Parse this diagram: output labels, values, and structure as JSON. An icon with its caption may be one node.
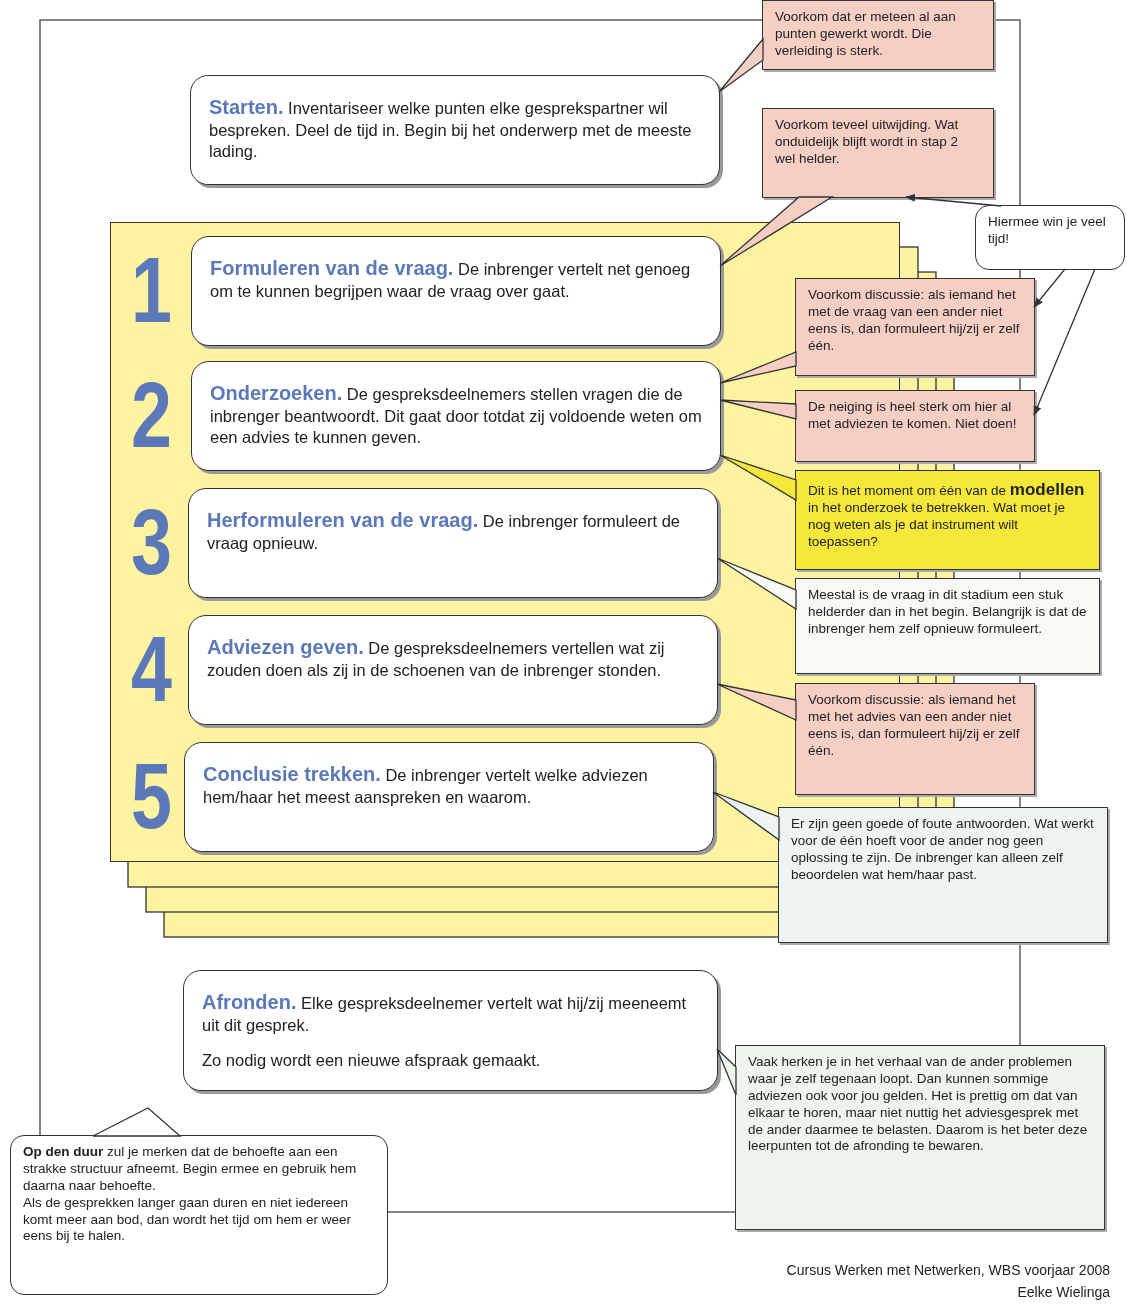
{
  "diagram": {
    "nodes": [
      {
        "text": [
          "Starten.",
          "Inventariseer welke punten elke gesprekspartner wil bespreken. Deel de tijd in. Begin bij het onderwerp met de meeste lading."
        ]
      },
      {
        "text": [
          "Voorkom dat er meteen al aan punten gewerkt wordt. Die verleiding is sterk."
        ]
      },
      {
        "text": [
          "Voorkom teveel uitwijding. Wat onduidelijk blijft wordt in stap 2 wel helder."
        ]
      },
      {
        "text": [
          "Hiermee win je veel tijd!"
        ]
      },
      {
        "text": [],
        "shape": "box"
      },
      {
        "text": [
          "Formuleren van de vraag.",
          "De inbrenger vertelt net genoeg om te kunnen begrijpen waar de vraag over gaat."
        ],
        "in": 4,
        "beside": [
          "1"
        ]
      },
      {
        "text": [
          "Onderzoeken.",
          "De gespreksdeelnemers stellen vragen die de inbrenger beantwoordt. Dit gaat door totdat zij voldoende weten om een advies te kunnen geven."
        ],
        "in": 4,
        "beside": [
          "2"
        ]
      },
      {
        "text": [
          "Herformuleren van de vraag.",
          "De inbrenger formuleert de vraag opnieuw."
        ],
        "in": 4,
        "beside": [
          "3"
        ]
      },
      {
        "text": [
          "Adviezen geven.",
          "De gespreksdeelnemers vertellen wat zij zouden doen als zij in de schoenen van de inbrenger stonden."
        ],
        "in": 4,
        "beside": [
          "4"
        ]
      },
      {
        "text": [
          "Conclusie trekken.",
          "De inbrenger vertelt welke adviezen hem/haar het meest aanspreken en waarom."
        ],
        "in": 4,
        "beside": [
          "5"
        ]
      },
      {
        "text": [
          "Voorkom discussie: als iemand het met de vraag van een ander niet eens is, dan formuleert hij/zij er zelf één."
        ]
      },
      {
        "text": [
          "De neiging is heel sterk om hier al met adviezen te komen. Niet doen!"
        ]
      },
      {
        "text": [
          "Dit is het moment om één van de **modellen** in het onderzoek te betrekken. Wat moet je nog weten als je dat instrument wilt toepassen?"
        ]
      },
      {
        "text": [
          "Meestal is de vraag in dit stadium een stuk helderder dan in het begin. Belangrijk is dat de inbrenger hem zelf opnieuw formuleert."
        ]
      },
      {
        "text": [
          "Voorkom discussie: als iemand het met het advies van een ander niet eens is, dan formuleert hij/zij er zelf één."
        ]
      },
      {
        "text": [
          "Er zijn geen goede of foute antwoorden. Wat werkt voor de één hoeft voor de ander nog geen oplossing te zijn. De inbrenger kan alleen zelf beoordelen wat hem/haar past."
        ]
      },
      {
        "text": [
          "Afronden.",
          "Elke gespreksdeelnemer vertelt wat hij/zij meeneemt uit dit gesprek.",
          "Zo nodig wordt een nieuwe afspraak gemaakt."
        ]
      },
      {
        "text": [
          "Vaak herken je in het verhaal van de ander problemen waar je zelf tegenaan loopt. Dan kunnen sommige adviezen ook voor jou gelden. Het is prettig om dat van elkaar te horen, maar niet nuttig het adviesgesprek met de ander daarmee te belasten. Daarom is het beter deze leerpunten tot de afronding te bewaren."
        ]
      },
      {
        "text": [
          "**Op den duur** zul je merken dat de behoefte aan een strakke structuur afneemt. Begin ermee en gebruik hem daarna naar behoefte.",
          "Als de gesprekken langer gaan duren en niet iedereen komt meer aan bod, dan wordt het tijd om hem er weer eens bij te halen."
        ]
      }
    ],
    "edges": [
      {
        "from": 1,
        "to": 0,
        "arrow": "none"
      },
      {
        "from": 2,
        "to": 5,
        "arrow": "none"
      },
      {
        "from": 3,
        "to": 2,
        "arrow": "to"
      },
      {
        "from": 3,
        "to": 10,
        "arrow": "to"
      },
      {
        "from": 3,
        "to": 11,
        "arrow": "to"
      },
      {
        "from": 10,
        "to": 6,
        "arrow": "none"
      },
      {
        "from": 11,
        "to": 6,
        "arrow": "none"
      },
      {
        "from": 12,
        "to": 6,
        "arrow": "none"
      },
      {
        "from": 13,
        "to": 7,
        "arrow": "none"
      },
      {
        "from": 14,
        "to": 8,
        "arrow": "none"
      },
      {
        "from": 15,
        "to": 9,
        "arrow": "none"
      },
      {
        "from": 17,
        "to": 16,
        "arrow": "none"
      },
      {
        "from": 18,
        "to": null,
        "arrow": "none"
      }
    ],
    "labels": [
      "Cursus Werken met Netwerken, WBS voorjaar 2008",
      "Eelke Wielinga"
    ]
  }
}
